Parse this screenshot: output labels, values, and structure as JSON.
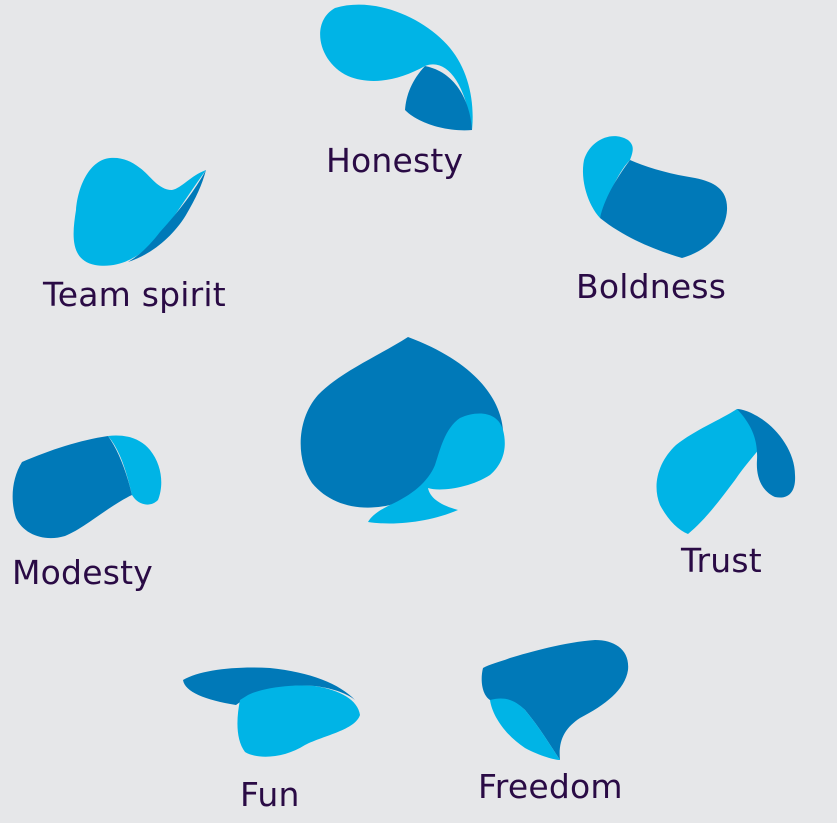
{
  "diagram": {
    "type": "values-petals",
    "colors": {
      "background": "#e6e7e9",
      "light_blue": "#00b4e6",
      "dark_blue": "#0079b8",
      "label": "#2a0b45"
    },
    "center": {
      "icon": "spade-icon"
    },
    "values": [
      {
        "label": "Honesty"
      },
      {
        "label": "Boldness"
      },
      {
        "label": "Team spirit"
      },
      {
        "label": "Modesty"
      },
      {
        "label": "Trust"
      },
      {
        "label": "Fun"
      },
      {
        "label": "Freedom"
      }
    ]
  }
}
